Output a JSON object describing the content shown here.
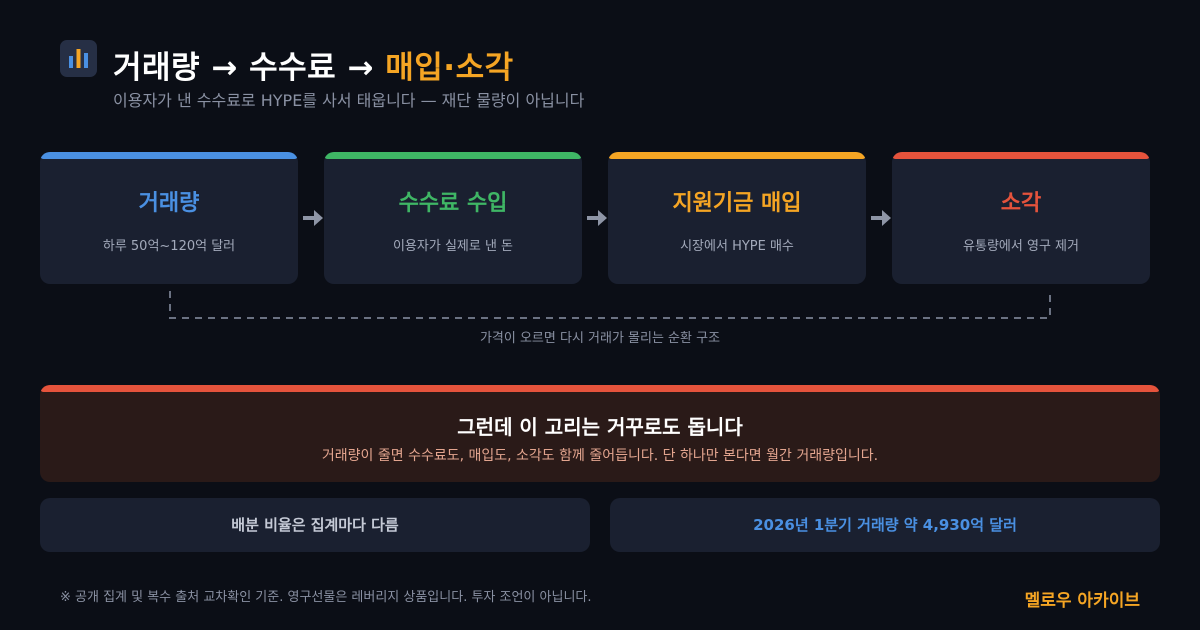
{
  "header": {
    "title_main": "거래량 → 수수료 → ",
    "title_accent": "매입·소각",
    "subtitle": "이용자가 낸 수수료로 HYPE를 사서 태웁니다 — 재단 물량이 아닙니다"
  },
  "flow": {
    "steps": [
      {
        "title": "거래량",
        "desc": "하루 50억~120억 달러",
        "color": "#4a90e2"
      },
      {
        "title": "수수료 수입",
        "desc": "이용자가 실제로 낸 돈",
        "color": "#3fb665"
      },
      {
        "title": "지원기금 매입",
        "desc": "시장에서 HYPE 매수",
        "color": "#f5a524"
      },
      {
        "title": "소각",
        "desc": "유통량에서 영구 제거",
        "color": "#e5533c"
      }
    ],
    "loop_label": "가격이 오르면 다시 거래가 몰리는 순환 구조"
  },
  "warning": {
    "title": "그런데 이 고리는 거꾸로도 돕니다",
    "desc": "거래량이 줄면 수수료도, 매입도, 소각도 함께 줄어듭니다. 단 하나만 본다면 월간 거래량입니다."
  },
  "pills": {
    "left": "배분 비율은 집계마다 다름",
    "right": "2026년 1분기 거래량 약 4,930억 달러"
  },
  "footer": {
    "note": "※ 공개 집계 및 복수 출처 교차확인 기준. 영구선물은 레버리지 상품입니다. 투자 조언이 아닙니다.",
    "brand": "멜로우 아카이브"
  },
  "colors": {
    "background": "#0b0e16",
    "card": "#1a2030",
    "accent": "#f5a524",
    "pill_right_text": "#4a90e2",
    "pill_left_text": "#c5cad6"
  },
  "icons": {
    "logo": "bar-chart-icon",
    "flow_arrow": "arrow-right-icon"
  }
}
